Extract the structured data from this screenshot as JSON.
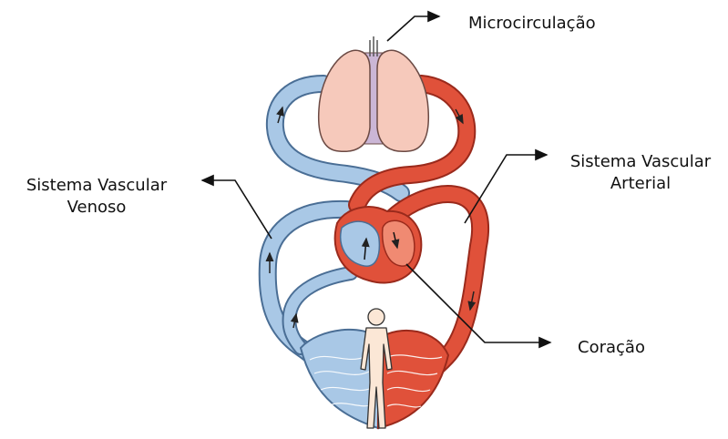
{
  "labels": {
    "microcirculation": "Microcirculação",
    "venous": [
      "Sistema Vascular",
      "Venoso"
    ],
    "arterial": [
      "Sistema Vascular",
      "Arterial"
    ],
    "heart": "Coração"
  },
  "colors": {
    "venous_blue": "#a9c8e6",
    "venous_edge": "#4a6e95",
    "arterial_red": "#e0513a",
    "arterial_edge": "#9a2a1c",
    "lung_pink": "#f6c9bb",
    "lung_edge": "#6b4a44",
    "body_skin": "#fbe7d6",
    "arrow": "#111111"
  },
  "icons": [
    "lungs-icon",
    "heart-icon",
    "human-figure-icon",
    "capillary-bed-icon",
    "pointer-arrow-icon"
  ]
}
